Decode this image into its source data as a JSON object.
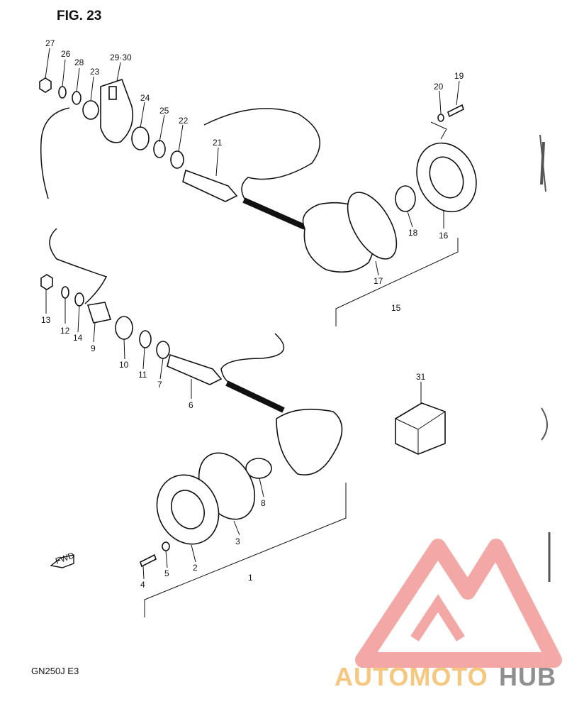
{
  "figure": {
    "title": "FIG. 23",
    "model": "GN250J  E3"
  },
  "fwd_label": "FWD",
  "callouts": [
    "27",
    "26",
    "28",
    "23",
    "29·30",
    "24",
    "25",
    "22",
    "21",
    "20",
    "19",
    "18",
    "16",
    "17",
    "15",
    "13",
    "12",
    "14",
    "9",
    "10",
    "11",
    "7",
    "6",
    "31",
    "8",
    "3",
    "5",
    "4",
    "2",
    "1"
  ],
  "watermark": {
    "part1": "AUTOMOTO",
    "part2": "HUB",
    "color_main": "#f4a3a0",
    "color_accent": "#f6c77e",
    "color_dark": "#9a9a9a"
  }
}
